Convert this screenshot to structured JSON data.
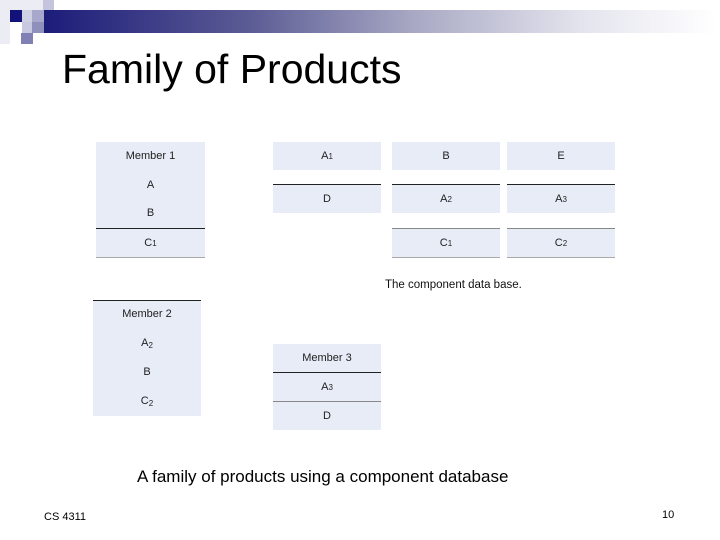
{
  "slide": {
    "title": "Family of Products",
    "caption": "A family of products using a component database",
    "footer_left": "CS 4311",
    "page_number": "10",
    "accent_color": "#1c1c7a",
    "box_fill": "#e7ecf6"
  },
  "members": [
    {
      "name": "Member 1",
      "components": [
        "A",
        "B",
        "C1"
      ]
    },
    {
      "name": "Member 2",
      "components": [
        "A2",
        "B",
        "C2"
      ]
    },
    {
      "name": "Member 3",
      "components": [
        "A3",
        "D"
      ]
    }
  ],
  "member1": {
    "title": "Member 1",
    "c1": "A",
    "c2": "B",
    "c3_base": "C",
    "c3_sub": "1"
  },
  "member2": {
    "title": "Member 2",
    "c1_base": "A",
    "c1_sub": "2",
    "c2": "B",
    "c3_base": "C",
    "c3_sub": "2"
  },
  "member3": {
    "title": "Member 3",
    "c1_base": "A",
    "c1_sub": "3",
    "c2": "D"
  },
  "database": {
    "caption": "The component data base.",
    "rows": [
      [
        {
          "base": "A",
          "sub": "1"
        },
        {
          "base": "B",
          "sub": ""
        },
        {
          "base": "E",
          "sub": ""
        }
      ],
      [
        {
          "base": "D",
          "sub": ""
        },
        {
          "base": "A",
          "sub": "2"
        },
        {
          "base": "A",
          "sub": "3"
        }
      ],
      [
        null,
        {
          "base": "C",
          "sub": "1"
        },
        {
          "base": "C",
          "sub": "2"
        }
      ]
    ],
    "r0c0_base": "A",
    "r0c0_sub": "1",
    "r0c1": "B",
    "r0c2": "E",
    "r1c0": "D",
    "r1c1_base": "A",
    "r1c1_sub": "2",
    "r1c2_base": "A",
    "r1c2_sub": "3",
    "r2c1_base": "C",
    "r2c1_sub": "1",
    "r2c2_base": "C",
    "r2c2_sub": "2"
  }
}
